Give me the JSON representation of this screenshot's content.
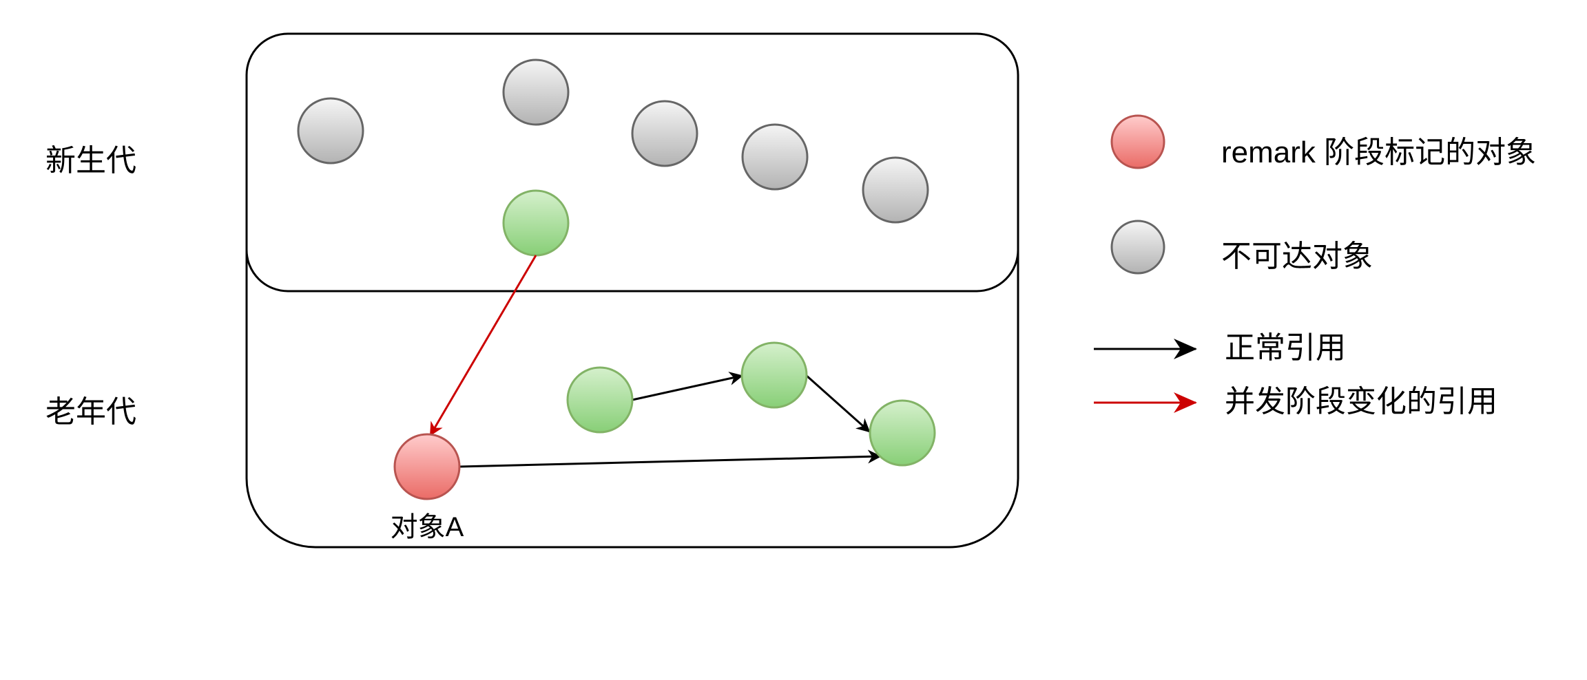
{
  "generations": {
    "young": "新生代",
    "old": "老年代"
  },
  "node_label": "对象A",
  "legend": {
    "remark": "remark 阶段标记的对象",
    "unreachable": "不可达对象",
    "normal_ref": "正常引用",
    "concurrent_ref": "并发阶段变化的引用"
  },
  "colors": {
    "green_fill_top": "#d5f0cc",
    "green_fill_bottom": "#88cf77",
    "green_stroke": "#82b366",
    "gray_fill_top": "#f5f5f5",
    "gray_fill_bottom": "#b3b3b3",
    "gray_stroke": "#666666",
    "red_fill_top": "#ffcccc",
    "red_fill_bottom": "#ea6b66",
    "red_stroke": "#b85450",
    "normal_arrow": "#000000",
    "concurrent_arrow": "#cc0000"
  }
}
